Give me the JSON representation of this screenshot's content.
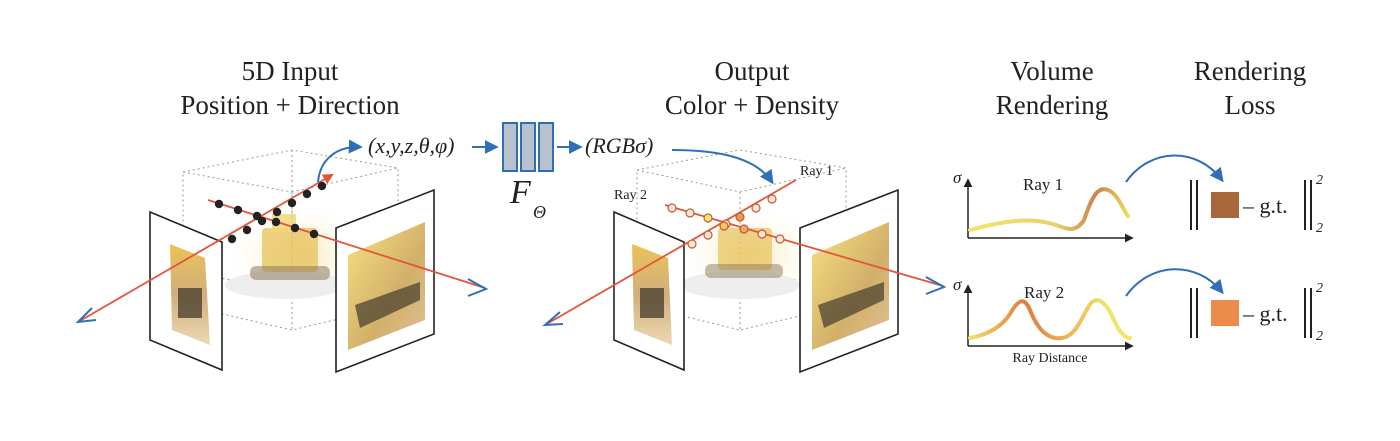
{
  "panel_input": {
    "title_line1": "5D Input",
    "title_line2": "Position + Direction",
    "input_vector": "(x,y,z,θ,φ)"
  },
  "network": {
    "label_main": "F",
    "label_sub": "Θ"
  },
  "panel_output": {
    "title_line1": "Output",
    "title_line2": "Color + Density",
    "output_vector": "(RGBσ)",
    "ray1_label": "Ray 1",
    "ray2_label": "Ray 2"
  },
  "panel_volume": {
    "title_line1": "Volume",
    "title_line2": "Rendering",
    "sigma_label": "σ",
    "plot1_label": "Ray 1",
    "plot2_label": "Ray 2",
    "xaxis_label": "Ray Distance"
  },
  "panel_loss": {
    "title_line1": "Rendering",
    "title_line2": "Loss",
    "gt_label": "– g.t.",
    "norm_sup": "2",
    "norm_sub": "2",
    "swatch1_color": "#a8673b",
    "swatch2_color": "#ec8c4c"
  },
  "colors": {
    "ray": "#e2553a",
    "arrow_blue": "#2e6fb8",
    "network_fill": "#b9c2cc"
  }
}
